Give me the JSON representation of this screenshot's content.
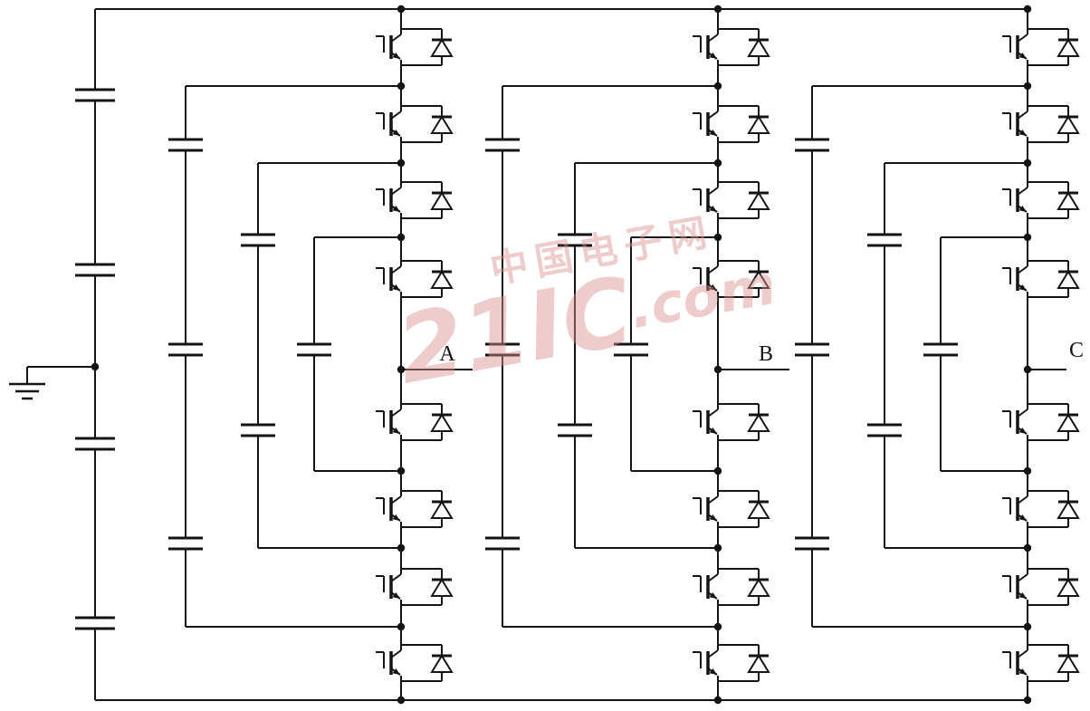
{
  "phases": [
    {
      "label": "A"
    },
    {
      "label": "B"
    },
    {
      "label": "C"
    }
  ],
  "watermark": {
    "site_name": "中国电子网",
    "brand": "21IC",
    "suffix": ".com"
  },
  "colors": {
    "ink": "#141414",
    "background": "#ffffff",
    "watermark": "#dd8f8f"
  },
  "components": {
    "dc_link_capacitors": 4,
    "igbts_per_phase": 8,
    "antiparallel_diodes_per_phase": 8,
    "flying_capacitor_branches_per_phase": 3,
    "flying_capacitors_per_branch": [
      3,
      2,
      1
    ]
  }
}
